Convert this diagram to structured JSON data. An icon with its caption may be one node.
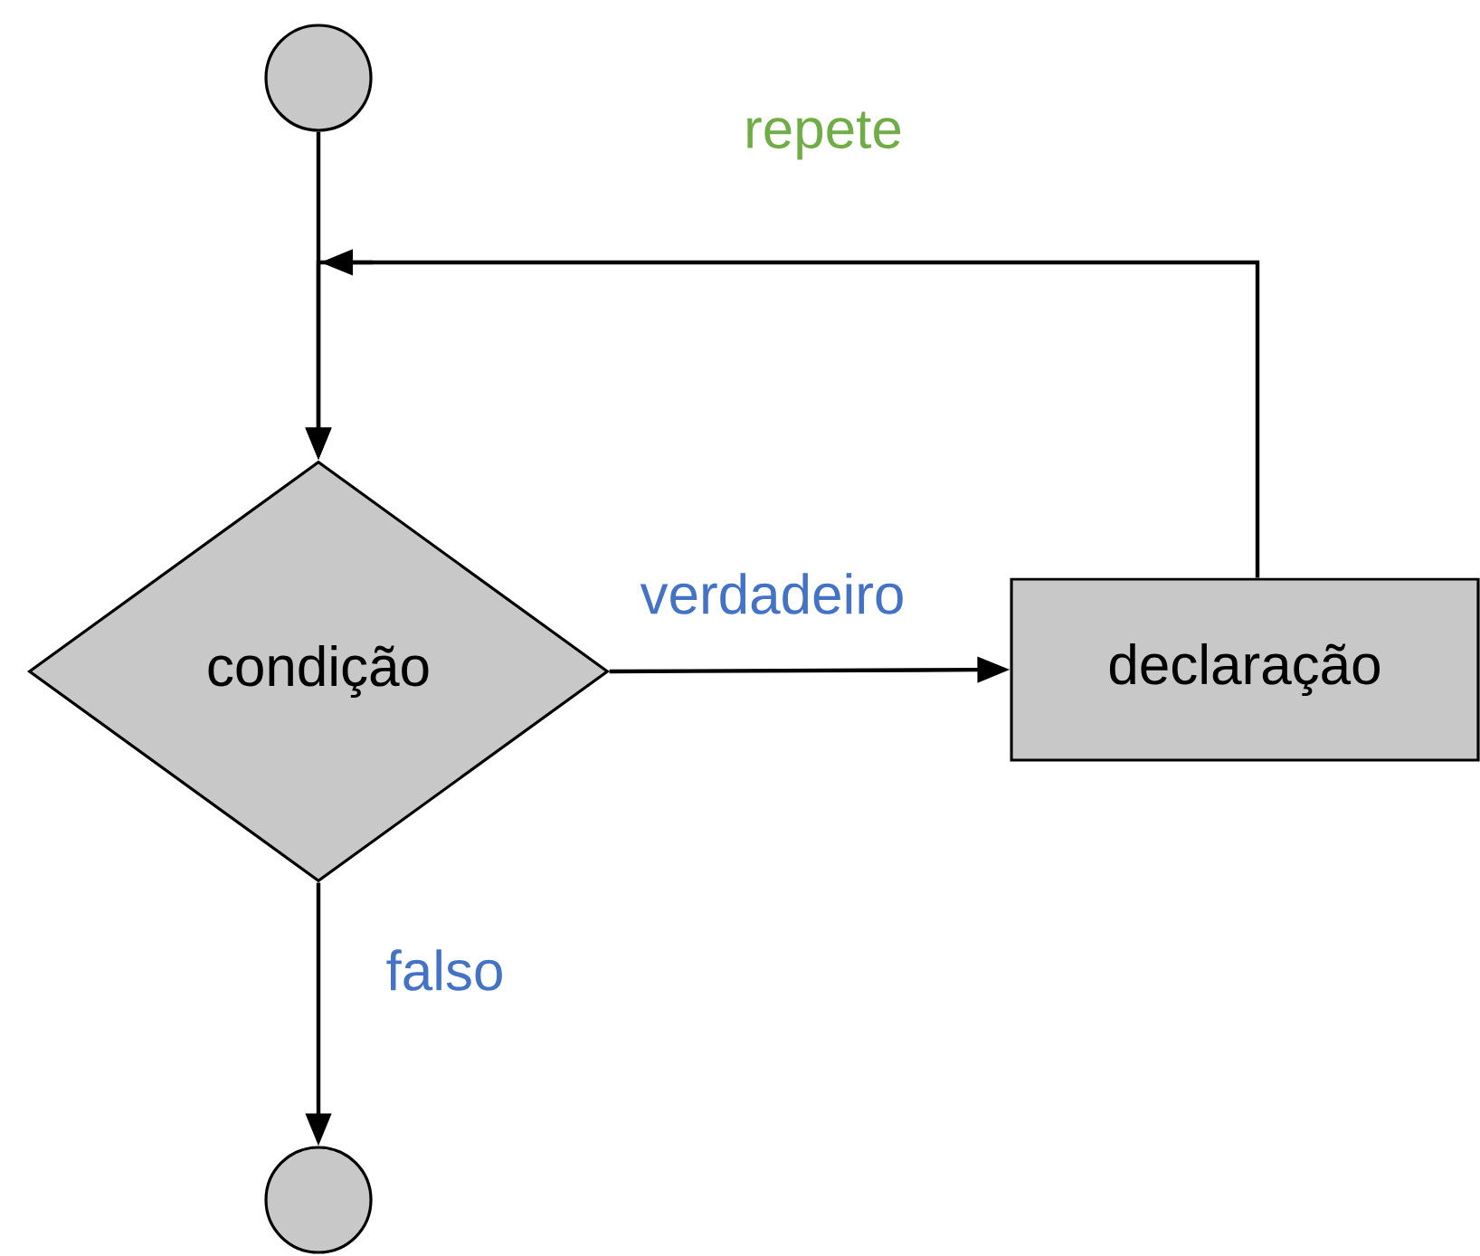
{
  "diagram": {
    "nodes": [
      {
        "text": [],
        "shape": "circle"
      },
      {
        "text": [
          "condição"
        ]
      },
      {
        "text": [
          "declaração"
        ]
      },
      {
        "text": [],
        "shape": "circle"
      }
    ],
    "edges": [
      {
        "from": 0,
        "to": 1,
        "arrow": "to"
      },
      {
        "from": 1,
        "to": 2,
        "arrow": "to",
        "label": "verdadeiro"
      },
      {
        "from": 2,
        "to": 1,
        "arrow": "to",
        "label": "repete"
      },
      {
        "from": 1,
        "to": 3,
        "arrow": "to",
        "label": "falso"
      }
    ]
  }
}
